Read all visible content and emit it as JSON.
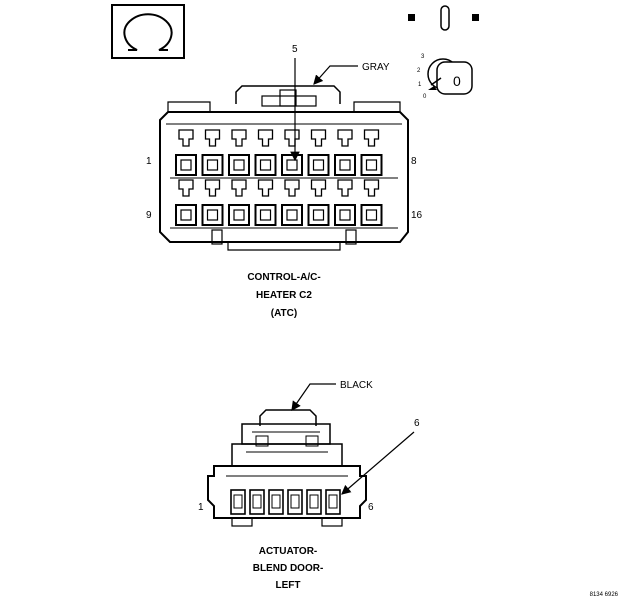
{
  "symbol": {
    "icon": "omega-icon"
  },
  "indicator": {
    "icon": "view-orientation-icon"
  },
  "key_icon": {
    "label_3": "3",
    "label_2": "2",
    "label_1": "1",
    "label_0": "0",
    "face": "0"
  },
  "connector_c2": {
    "color_callout": "GRAY",
    "pin_callout": "5",
    "pin_left_top": "1",
    "pin_right_top": "8",
    "pin_left_bottom": "9",
    "pin_right_bottom": "16",
    "caption_line1": "CONTROL-A/C-",
    "caption_line2": "HEATER C2",
    "caption_line3": "(ATC)"
  },
  "connector_actuator": {
    "color_callout": "BLACK",
    "pin_callout": "6",
    "pin_left": "1",
    "pin_right": "6",
    "caption_line1": "ACTUATOR-",
    "caption_line2": "BLEND DOOR-",
    "caption_line3": "LEFT"
  },
  "figure_id": "8134 6926"
}
